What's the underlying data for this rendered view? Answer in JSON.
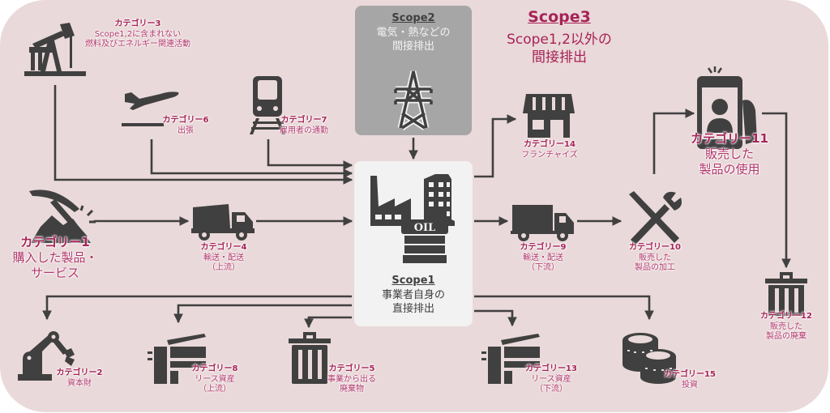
{
  "colors": {
    "background": "#ead9da",
    "scope1_box": "#f2f2f2",
    "scope2_box": "#a6a6a6",
    "accent": "#a62357",
    "label": "#b0356a",
    "icon": "#404040"
  },
  "scope1": {
    "title": "Scope1",
    "desc_line1": "事業者自身の",
    "desc_line2": "直接排出",
    "icon": "factory-building-oil-icon"
  },
  "scope2": {
    "title": "Scope2",
    "desc_line1": "電気・熱などの",
    "desc_line2": "間接排出",
    "icon": "power-tower-icon"
  },
  "scope3": {
    "title": "Scope3",
    "desc_line1": "Scope1,2以外の",
    "desc_line2": "間接排出"
  },
  "categories": {
    "c1": {
      "label": "カテゴリー1",
      "line1": "購入した製品・",
      "line2": "サービス",
      "icon": "pickaxe-icon"
    },
    "c2": {
      "label": "カテゴリー2",
      "line1": "資本財",
      "line2": "",
      "icon": "robot-arm-icon"
    },
    "c3": {
      "label": "カテゴリー3",
      "line1": "Scope1,2に含まれない",
      "line2": "燃料及びエネルギー関連活動",
      "icon": "oil-pump-icon"
    },
    "c4": {
      "label": "カテゴリー4",
      "line1": "輸送・配送",
      "line2": "（上流）",
      "icon": "dump-truck-icon"
    },
    "c5": {
      "label": "カテゴリー5",
      "line1": "事業から出る",
      "line2": "廃棄物",
      "icon": "trash-can-icon"
    },
    "c6": {
      "label": "カテゴリー6",
      "line1": "出張",
      "line2": "",
      "icon": "airplane-icon"
    },
    "c7": {
      "label": "カテゴリー7",
      "line1": "雇用者の通勤",
      "line2": "",
      "icon": "train-icon"
    },
    "c8": {
      "label": "カテゴリー8",
      "line1": "リース資産",
      "line2": "（上流）",
      "icon": "copier-icon"
    },
    "c9": {
      "label": "カテゴリー9",
      "line1": "輸送・配送",
      "line2": "（下流）",
      "icon": "truck-icon"
    },
    "c10": {
      "label": "カテゴリー10",
      "line1": "販売した",
      "line2": "製品の加工",
      "icon": "tools-icon"
    },
    "c11": {
      "label": "カテゴリー11",
      "line1": "販売した",
      "line2": "製品の使用",
      "icon": "smartphone-user-icon"
    },
    "c12": {
      "label": "カテゴリー12",
      "line1": "販売した",
      "line2": "製品の廃棄",
      "icon": "trash-can-icon"
    },
    "c13": {
      "label": "カテゴリー13",
      "line1": "リース資産",
      "line2": "（下流）",
      "icon": "copier-icon"
    },
    "c14": {
      "label": "カテゴリー14",
      "line1": "フランチャイズ",
      "line2": "",
      "icon": "store-icon"
    },
    "c15": {
      "label": "カテゴリー15",
      "line1": "投資",
      "line2": "",
      "icon": "coins-icon"
    }
  }
}
